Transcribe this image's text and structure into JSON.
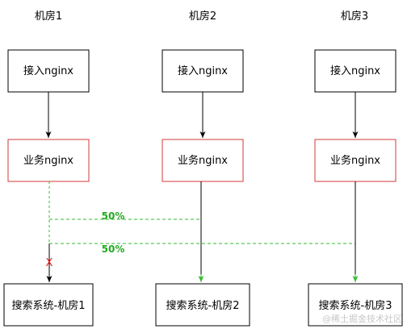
{
  "colors": {
    "box_border": "#000000",
    "highlight_border": "#d33a3a",
    "arrow": "#000000",
    "split_line": "#33bb33",
    "fail": "#ee2222",
    "watermark": "#c8c8c8"
  },
  "rooms": [
    {
      "title": "机房1",
      "access": "接入nginx",
      "business": "业务nginx",
      "search": "搜索系统-机房1"
    },
    {
      "title": "机房2",
      "access": "接入nginx",
      "business": "业务nginx",
      "search": "搜索系统-机房2"
    },
    {
      "title": "机房3",
      "access": "接入nginx",
      "business": "业务nginx",
      "search": "搜索系统-机房3"
    }
  ],
  "split": {
    "to_room2": "50%",
    "to_room3": "50%"
  },
  "fail_mark": "X",
  "watermark": "@稀土掘金技术社区"
}
